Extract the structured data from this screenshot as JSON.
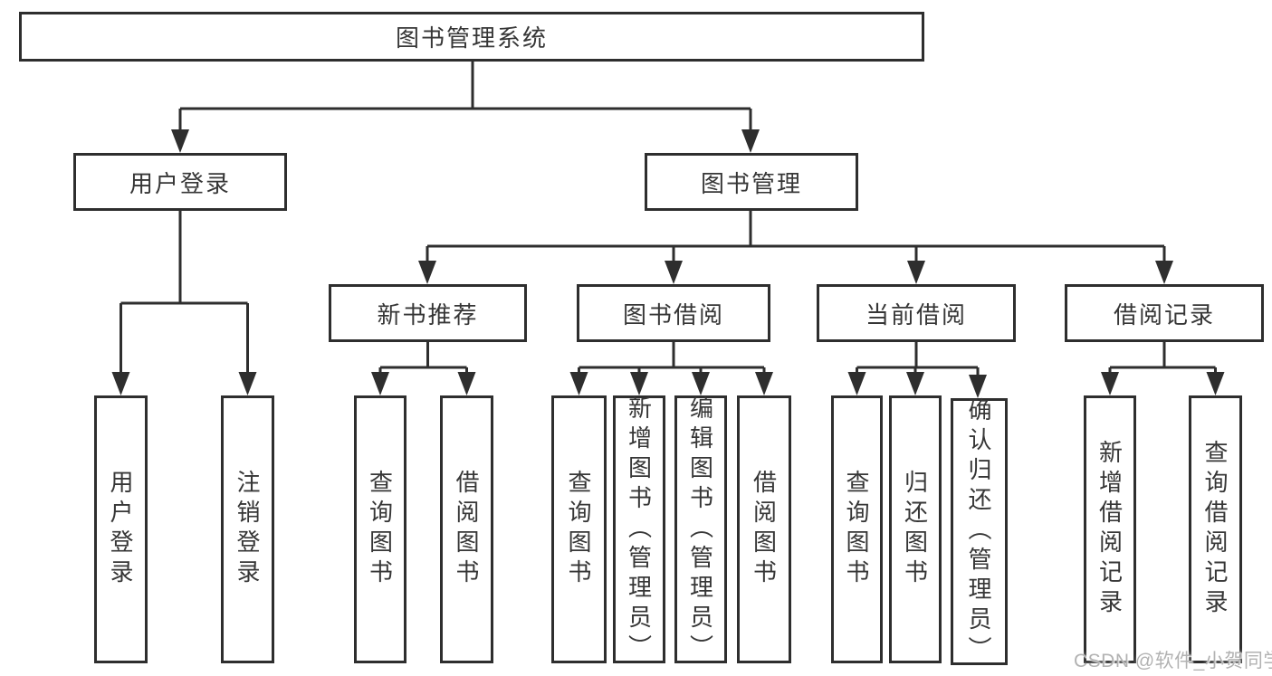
{
  "title": "图书管理系统",
  "tree": {
    "root": {
      "label": "图书管理系统"
    },
    "branches": [
      {
        "label": "用户登录",
        "children": [
          {
            "label": "用户登录"
          },
          {
            "label": "注销登录"
          }
        ]
      },
      {
        "label": "图书管理",
        "children": [
          {
            "label": "新书推荐",
            "children": [
              {
                "label": "查询图书"
              },
              {
                "label": "借阅图书"
              }
            ]
          },
          {
            "label": "图书借阅",
            "children": [
              {
                "label": "查询图书"
              },
              {
                "label": "新增图书（管理员）"
              },
              {
                "label": "编辑图书（管理员）"
              },
              {
                "label": "借阅图书"
              }
            ]
          },
          {
            "label": "当前借阅",
            "children": [
              {
                "label": "查询图书"
              },
              {
                "label": "归还图书"
              },
              {
                "label": "确认归还（管理员）"
              }
            ]
          },
          {
            "label": "借阅记录",
            "children": [
              {
                "label": "新增借阅记录"
              },
              {
                "label": "查询借阅记录"
              }
            ]
          }
        ]
      }
    ]
  },
  "watermark": "CSDN @软件_小贺同学",
  "colors": {
    "line": "#2e2e2e",
    "box_border": "#2e2e2e",
    "text": "#363636",
    "background": "#ffffff",
    "watermark": "#b2b2b2"
  }
}
